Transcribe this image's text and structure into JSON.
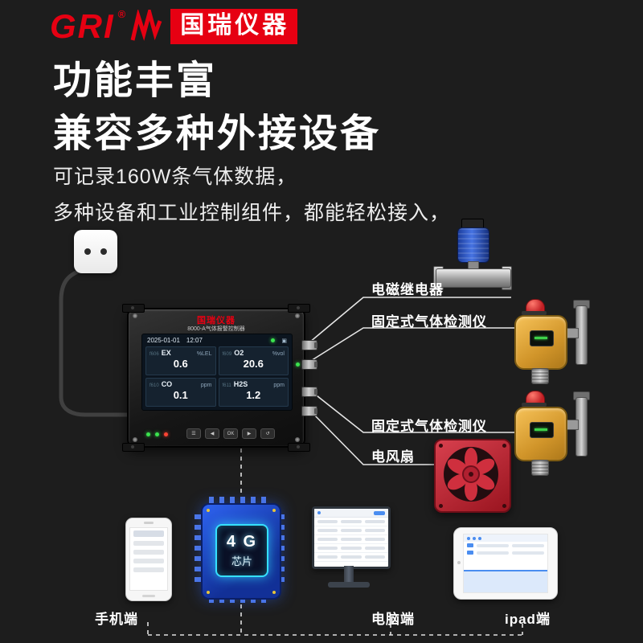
{
  "colors": {
    "background": "#1d1d1d",
    "brand_red": "#e60012",
    "detector_yellow": "#d1952a",
    "valve_blue": "#2f5fd0",
    "fan_red": "#b5222f",
    "chip_blue": "#1e46c8",
    "chip_glow": "#35e0ff",
    "led_green": "#3ae34e",
    "line_white": "#e6e6e6"
  },
  "brand": {
    "gri": "GRI",
    "reg": "®",
    "cn": "国瑞仪器"
  },
  "headings": {
    "line1": "功能丰富",
    "line2": "兼容多种外接设备"
  },
  "paragraphs": {
    "p1": "可记录160W条气体数据，",
    "p2": "多种设备和工业控制组件，都能轻松接入，"
  },
  "device": {
    "brand": "国瑞仪器",
    "model": "8000-A气体报警控制器",
    "date": "2025-01-01",
    "time": "12:07",
    "readings": [
      {
        "tag": "f606",
        "gas": "EX",
        "value": "0.6",
        "unit": "%LEL"
      },
      {
        "tag": "f609",
        "gas": "O2",
        "value": "20.6",
        "unit": "%vol"
      },
      {
        "tag": "f610",
        "gas": "CO",
        "value": "0.1",
        "unit": "ppm"
      },
      {
        "tag": "f611",
        "gas": "H2S",
        "value": "1.2",
        "unit": "ppm"
      }
    ],
    "buttons": [
      "☰",
      "◀",
      "OK",
      "▶",
      "↺"
    ]
  },
  "peripherals": {
    "relay": "电磁继电器",
    "detector1": "固定式气体检测仪",
    "detector2": "固定式气体检测仪",
    "fan": "电风扇"
  },
  "chip": {
    "line1": "4 G",
    "line2": "芯片"
  },
  "endpoints": {
    "phone": "手机端",
    "pc": "电脑端",
    "tablet": "ipad端"
  }
}
